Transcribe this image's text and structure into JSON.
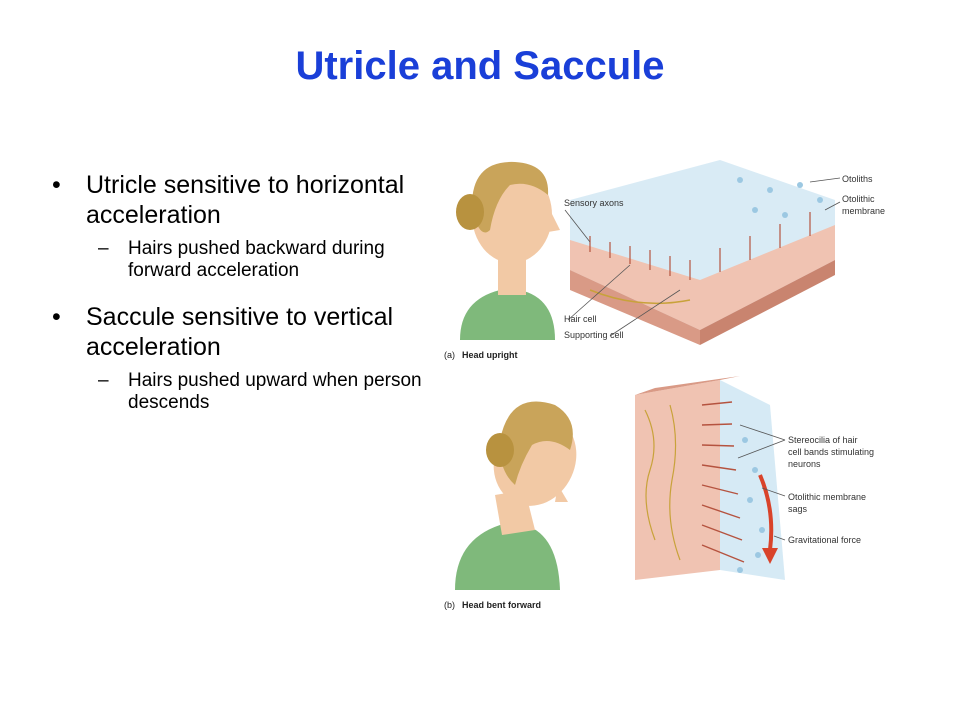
{
  "slide": {
    "title": "Utricle and Saccule",
    "bullets": [
      {
        "text": "Utricle sensitive to horizontal acceleration",
        "sub": "Hairs pushed backward during forward acceleration"
      },
      {
        "text": "Saccule sensitive to vertical acceleration",
        "sub": "Hairs pushed upward when person descends"
      }
    ]
  },
  "figure": {
    "panel_a": {
      "caption_letter": "(a)",
      "caption_text": "Head upright",
      "labels": {
        "otoliths": "Otoliths",
        "otolithic_membrane_1": "Otolithic",
        "otolithic_membrane_2": "membrane",
        "sensory_axons": "Sensory axons",
        "hair_cell": "Hair cell",
        "supporting_cell": "Supporting cell"
      }
    },
    "panel_b": {
      "caption_letter": "(b)",
      "caption_text": "Head bent forward",
      "labels": {
        "stereocilia_1": "Stereocilia of hair",
        "stereocilia_2": "cell bands stimulating",
        "stereocilia_3": "neurons",
        "membrane_sags_1": "Otolithic membrane",
        "membrane_sags_2": "sags",
        "gravitational_force": "Gravitational force"
      }
    },
    "colors": {
      "title": "#1a3fd8",
      "skin": "#f2c9a5",
      "hair": "#c9a45a",
      "shirt": "#7fb97b",
      "tissue": "#f0c3b2",
      "membrane": "#cfe6f3",
      "force_arrow": "#d9432a"
    }
  }
}
